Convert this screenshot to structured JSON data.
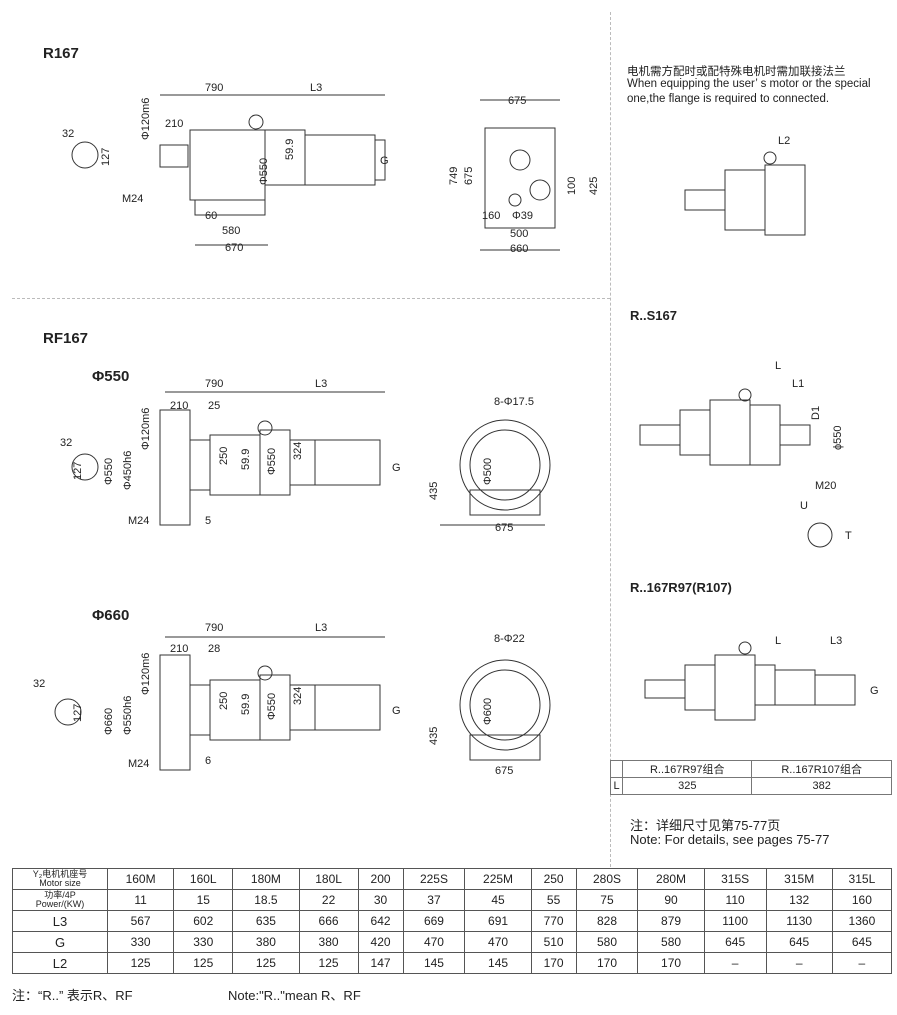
{
  "sections": {
    "r167": {
      "title": "R167",
      "dims": [
        "790",
        "L3",
        "210",
        "32",
        "127",
        "Φ120m6",
        "Φ550",
        "59.9",
        "G",
        "M24",
        "60",
        "580",
        "670",
        "675",
        "749",
        "675",
        "100",
        "425",
        "160",
        "Φ39",
        "500",
        "660"
      ]
    },
    "rf167": {
      "title": "RF167",
      "phi550": {
        "title": "Φ550",
        "dims": [
          "790",
          "L3",
          "210",
          "25",
          "32",
          "127",
          "Φ550",
          "Φ450h6",
          "Φ120m6",
          "250",
          "59.9",
          "Φ550",
          "324",
          "G",
          "M24",
          "5",
          "8-Φ17.5",
          "Φ500",
          "435",
          "675"
        ]
      },
      "phi660": {
        "title": "Φ660",
        "dims": [
          "790",
          "L3",
          "210",
          "28",
          "32",
          "127",
          "Φ660",
          "Φ550h6",
          "Φ120m6",
          "250",
          "59.9",
          "Φ550",
          "324",
          "G",
          "M24",
          "6",
          "8-Φ22",
          "Φ600",
          "435",
          "675"
        ]
      }
    },
    "flange_note": {
      "cn": "电机需方配时或配特殊电机时需加联接法兰",
      "en1": "When equipping the user’ s motor or the special",
      "en2": "one,the flange is required to connected.",
      "dims": [
        "L2"
      ]
    },
    "rs167": {
      "title": "R..S167",
      "dims": [
        "L",
        "L1",
        "D1",
        "ϕ550",
        "M20",
        "U",
        "T"
      ]
    },
    "r167r97": {
      "title": "R..167R97(R107)",
      "dims": [
        "L",
        "L3",
        "G"
      ]
    }
  },
  "combo_table": {
    "headers": [
      "",
      "R..167R97组合",
      "R..167R107组合"
    ],
    "row": [
      "L",
      "325",
      "382"
    ]
  },
  "details_note": {
    "cn": "注：详细尺寸见第75-77页",
    "en": "Note: For details, see pages 75-77"
  },
  "spec_table": {
    "rows": [
      {
        "label": [
          "Y₂电机机座号",
          "Motor size"
        ],
        "values": [
          "160M",
          "160L",
          "180M",
          "180L",
          "200",
          "225S",
          "225M",
          "250",
          "280S",
          "280M",
          "315S",
          "315M",
          "315L"
        ]
      },
      {
        "label": [
          "功率/4P",
          "Power/(KW)"
        ],
        "values": [
          "11",
          "15",
          "18.5",
          "22",
          "30",
          "37",
          "45",
          "55",
          "75",
          "90",
          "110",
          "132",
          "160"
        ]
      },
      {
        "label": [
          "L3"
        ],
        "values": [
          "567",
          "602",
          "635",
          "666",
          "642",
          "669",
          "691",
          "770",
          "828",
          "879",
          "1100",
          "1130",
          "1360"
        ]
      },
      {
        "label": [
          "G"
        ],
        "values": [
          "330",
          "330",
          "380",
          "380",
          "420",
          "470",
          "470",
          "510",
          "580",
          "580",
          "645",
          "645",
          "645"
        ]
      },
      {
        "label": [
          "L2"
        ],
        "values": [
          "125",
          "125",
          "125",
          "125",
          "147",
          "145",
          "145",
          "170",
          "170",
          "170",
          "–",
          "–",
          "–"
        ]
      }
    ]
  },
  "footer": {
    "cn": "注：“R..” 表示R、RF",
    "en": "Note:\"R..\"mean R、RF"
  }
}
